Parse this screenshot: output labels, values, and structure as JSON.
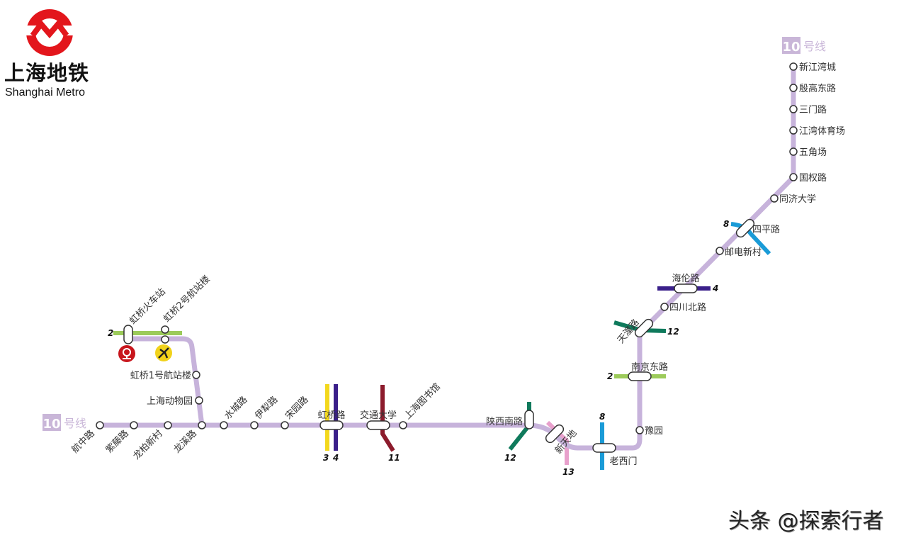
{
  "logo": {
    "name_cn": "上海地铁",
    "name_en": "Shanghai Metro",
    "color": "#e3161c"
  },
  "line_badge": {
    "number": "10",
    "suffix": "号线",
    "color": "#c9b6d8"
  },
  "line_color": "#c7b3db",
  "stations": [
    "航中路",
    "紫藤路",
    "龙柏新村",
    "龙溪路",
    "水城路",
    "伊犁路",
    "宋园路",
    "虹桥路",
    "交通大学",
    "上海图书馆",
    "陕西南路",
    "新天地",
    "老西门",
    "豫园",
    "南京东路",
    "天潼路",
    "四川北路",
    "海伦路",
    "邮电新村",
    "四平路",
    "同济大学",
    "国权路",
    "五角场",
    "江湾体育场",
    "三门路",
    "殷高东路",
    "新江湾城",
    "上海动物园",
    "虹桥1号航站楼",
    "虹桥2号航站楼",
    "虹桥火车站"
  ],
  "interchange_lines": {
    "line2": {
      "label": "2",
      "color": "#9ccb5a"
    },
    "line3": {
      "label": "3",
      "color": "#f3d81d"
    },
    "line4": {
      "label": "4",
      "color": "#3a1f8a"
    },
    "line8": {
      "label": "8",
      "color": "#1a9bd7"
    },
    "line11": {
      "label": "11",
      "color": "#8c1b2c"
    },
    "line12": {
      "label": "12",
      "color": "#0f7a5c"
    },
    "line13": {
      "label": "13",
      "color": "#e8a0cc"
    }
  },
  "icons": {
    "railway": "railway-station-icon",
    "airport": "airport-icon"
  },
  "watermark": "头条 @探索行者"
}
